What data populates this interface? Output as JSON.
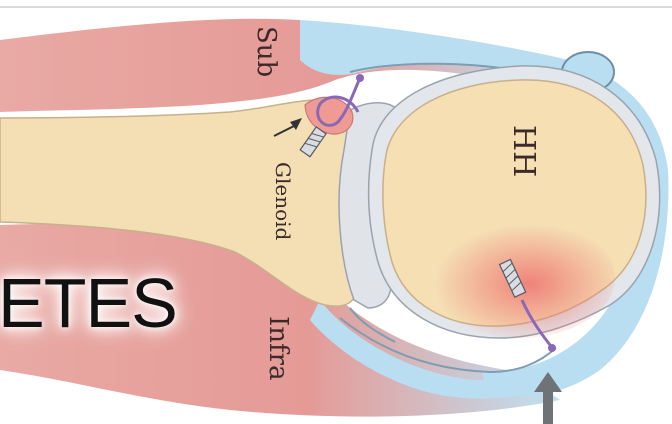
{
  "labels": {
    "sub": "Sub",
    "glenoid": "Glenoid",
    "hh": "HH",
    "infra": "Infra"
  },
  "overlay_text": "ETES",
  "colors": {
    "muscle": "#e7a09c",
    "bone": "#f4dfb5",
    "capsule": "#a9d7ee",
    "cartilage": "#dfe3e8",
    "suture": "#8a68b8",
    "lesion": "#ef8c86"
  },
  "icons": [
    "arrow-down-icon",
    "arrow-up-icon",
    "suture-anchor-icon"
  ]
}
